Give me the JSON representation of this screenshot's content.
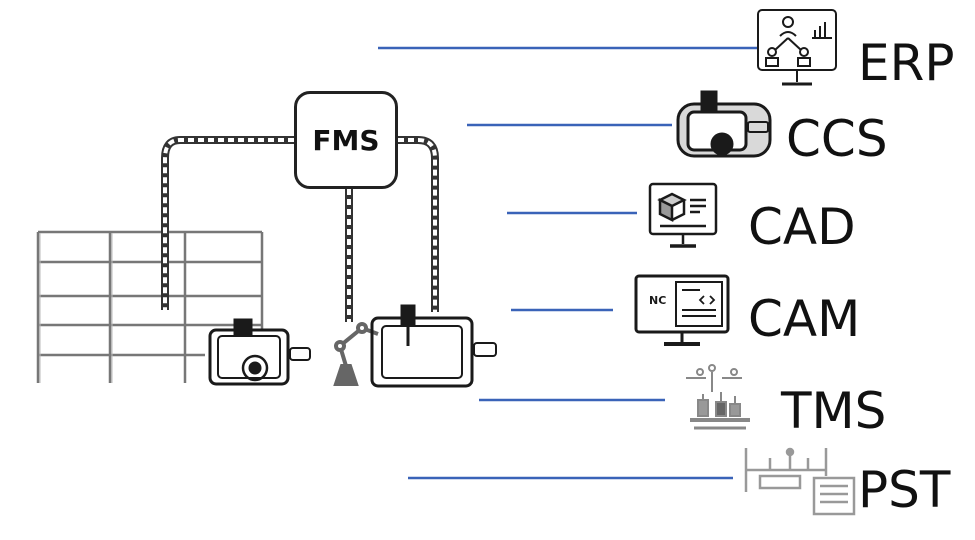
{
  "hub": {
    "label": "FMS"
  },
  "systems": [
    {
      "id": "erp",
      "label": "ERP",
      "icon": "org-chart-monitor-icon"
    },
    {
      "id": "ccs",
      "label": "CCS",
      "icon": "machine-tool-icon"
    },
    {
      "id": "cad",
      "label": "CAD",
      "icon": "3d-model-monitor-icon"
    },
    {
      "id": "cam",
      "label": "CAM",
      "icon": "nc-code-monitor-icon"
    },
    {
      "id": "tms",
      "label": "TMS",
      "icon": "tool-holders-icon"
    },
    {
      "id": "pst",
      "label": "PST",
      "icon": "tool-preset-station-icon"
    }
  ],
  "nc_icon_text": "NC",
  "colors": {
    "connector": "#3a63b8",
    "ink": "#1a1a1a",
    "gray": "#888888"
  }
}
